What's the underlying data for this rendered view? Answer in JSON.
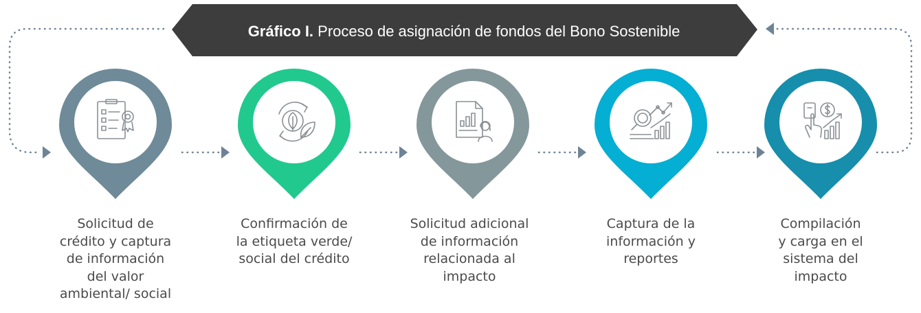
{
  "title": {
    "bold": "Gráfico I.",
    "rest": " Proceso de asignación de fondos del Bono Sostenible"
  },
  "colors": {
    "banner": "#3d3d3d",
    "dots": "#6e8396",
    "icon_stroke": "#8a8f94"
  },
  "steps": [
    {
      "icon": "credit-application-icon",
      "color": "#6f8a98",
      "label": "Solicitud de\ncrédito y captura\nde información\ndel valor\nambiental/ social"
    },
    {
      "icon": "eco-label-icon",
      "color": "#21c98e",
      "label": "Confirmación de\nla etiqueta verde/\nsocial del crédito"
    },
    {
      "icon": "report-support-icon",
      "color": "#84979a",
      "label": "Solicitud  adicional\nde información\nrelacionada al\nimpacto"
    },
    {
      "icon": "data-analytics-icon",
      "color": "#05aed3",
      "label": "Captura de la\ninformación y\nreportes"
    },
    {
      "icon": "finance-growth-icon",
      "color": "#168eac",
      "label": "Compilación\ny carga en el\nsistema del\nimpacto"
    }
  ]
}
